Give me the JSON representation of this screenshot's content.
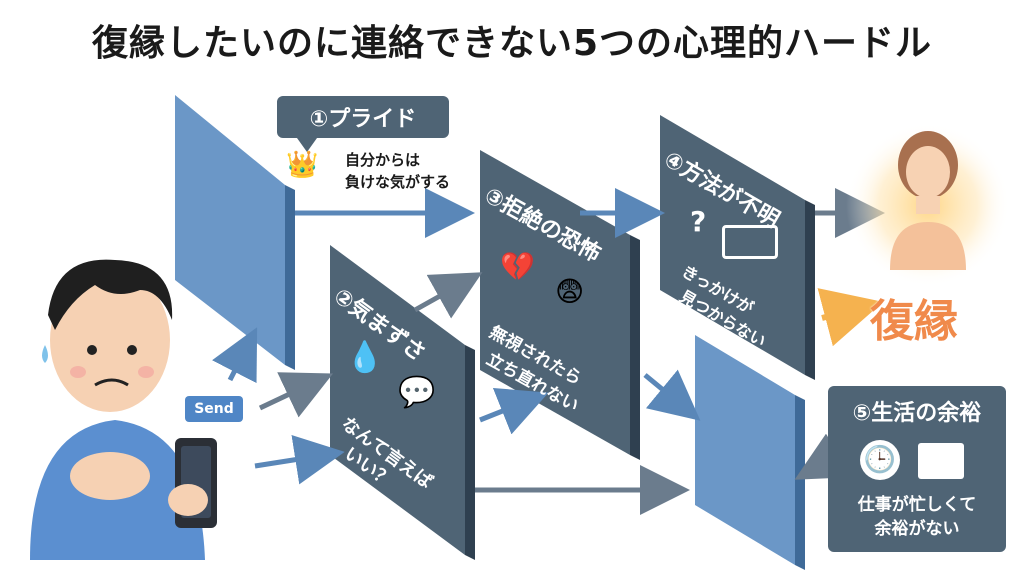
{
  "title": "復縁したいのに連絡できない5つの心理的ハードル",
  "send_label": "Send",
  "goal_label": "復縁",
  "hurdles": [
    {
      "label": "①プライド",
      "text_line1": "自分からは",
      "text_line2": "負けな気がする",
      "icon": "crown-icon"
    },
    {
      "label": "②気まずさ",
      "text_line1": "なんて言えば",
      "text_line2": "いい？",
      "icon": "water-drop-icon"
    },
    {
      "label": "③拒絶の恐怖",
      "text_line1": "無視されたら",
      "text_line2": "立ち直れない",
      "icon": "broken-heart-icon"
    },
    {
      "label": "④方法が不明",
      "text_line1": "きっかけが",
      "text_line2": "見つからない",
      "icon": "question-icon"
    },
    {
      "label": "⑤生活の余裕",
      "text_line1": "仕事が忙しくて",
      "text_line2": "余裕がない",
      "icon": "clock-icon"
    }
  ],
  "colors": {
    "wall_blue": "#6b97c7",
    "panel_dark": "#4f6475",
    "arrow_blue": "#5a87b8",
    "arrow_gray": "#6b7c8d",
    "goal_orange": "#f08a4b"
  }
}
